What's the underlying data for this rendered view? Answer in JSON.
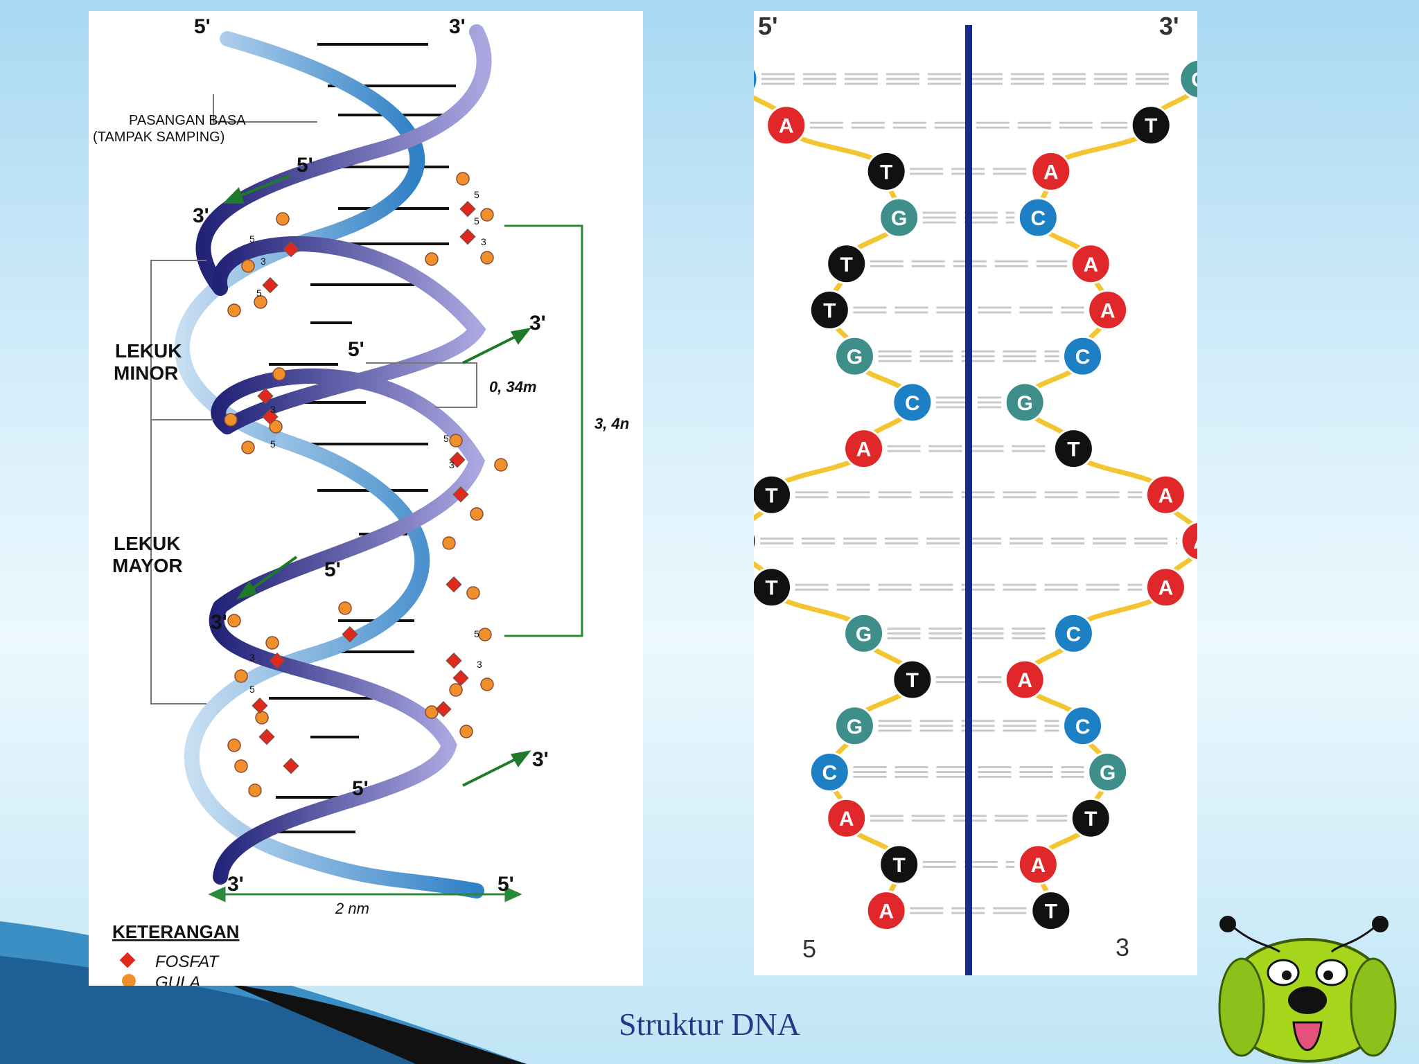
{
  "caption": "Struktur DNA",
  "left_diagram": {
    "top_left_end": "5'",
    "top_right_end": "3'",
    "base_pair_label_line1": "PASANGAN BASA",
    "base_pair_label_line2": "(TAMPAK SAMPING)",
    "minor_groove_line1": "LEKUK",
    "minor_groove_line2": "MINOR",
    "major_groove_line1": "LEKUK",
    "major_groove_line2": "MAYOR",
    "rise_label": "0, 34m",
    "pitch_label": "3, 4n",
    "width_label": "2 nm",
    "bottom_left_end": "3'",
    "bottom_right_end": "5'",
    "arrow_labels": [
      {
        "from": "5'",
        "to": "3'"
      },
      {
        "from": "5'",
        "to": "3'"
      },
      {
        "from": "5'",
        "to": "3'"
      },
      {
        "from": "5'",
        "to": "3'"
      }
    ],
    "sugar_phosphate_numbers": [
      "5",
      "3"
    ],
    "legend": {
      "title": "KETERANGAN",
      "phosphate": "FOSFAT",
      "sugar": "GULA",
      "phosphate_color": "#e0281e",
      "sugar_color": "#f0902a"
    },
    "strand_colors": {
      "dark": "#2a2a8a",
      "light": "#5aa2d8"
    }
  },
  "right_diagram": {
    "top_left_end": "5'",
    "top_right_end": "3'",
    "bottom_left_end": "5",
    "bottom_right_end": "3",
    "base_colors": {
      "A": "#e0282a",
      "T": "#111111",
      "G": "#3e8f8a",
      "C": "#1d7fc4"
    },
    "backbone_color": "#f2c531",
    "axis_color": "#1b2a8a",
    "pairs": [
      {
        "left": "C",
        "right": "G"
      },
      {
        "left": "A",
        "right": "T"
      },
      {
        "left": "T",
        "right": "A"
      },
      {
        "left": "G",
        "right": "C"
      },
      {
        "left": "T",
        "right": "A"
      },
      {
        "left": "T",
        "right": "A"
      },
      {
        "left": "G",
        "right": "C"
      },
      {
        "left": "C",
        "right": "G"
      },
      {
        "left": "A",
        "right": "T"
      },
      {
        "left": "T",
        "right": "A"
      },
      {
        "left": "T",
        "right": "A"
      },
      {
        "left": "T",
        "right": "A"
      },
      {
        "left": "G",
        "right": "C"
      },
      {
        "left": "T",
        "right": "A"
      },
      {
        "left": "G",
        "right": "C"
      },
      {
        "left": "C",
        "right": "G"
      },
      {
        "left": "A",
        "right": "T"
      },
      {
        "left": "T",
        "right": "A"
      },
      {
        "left": "A",
        "right": "T"
      }
    ]
  }
}
